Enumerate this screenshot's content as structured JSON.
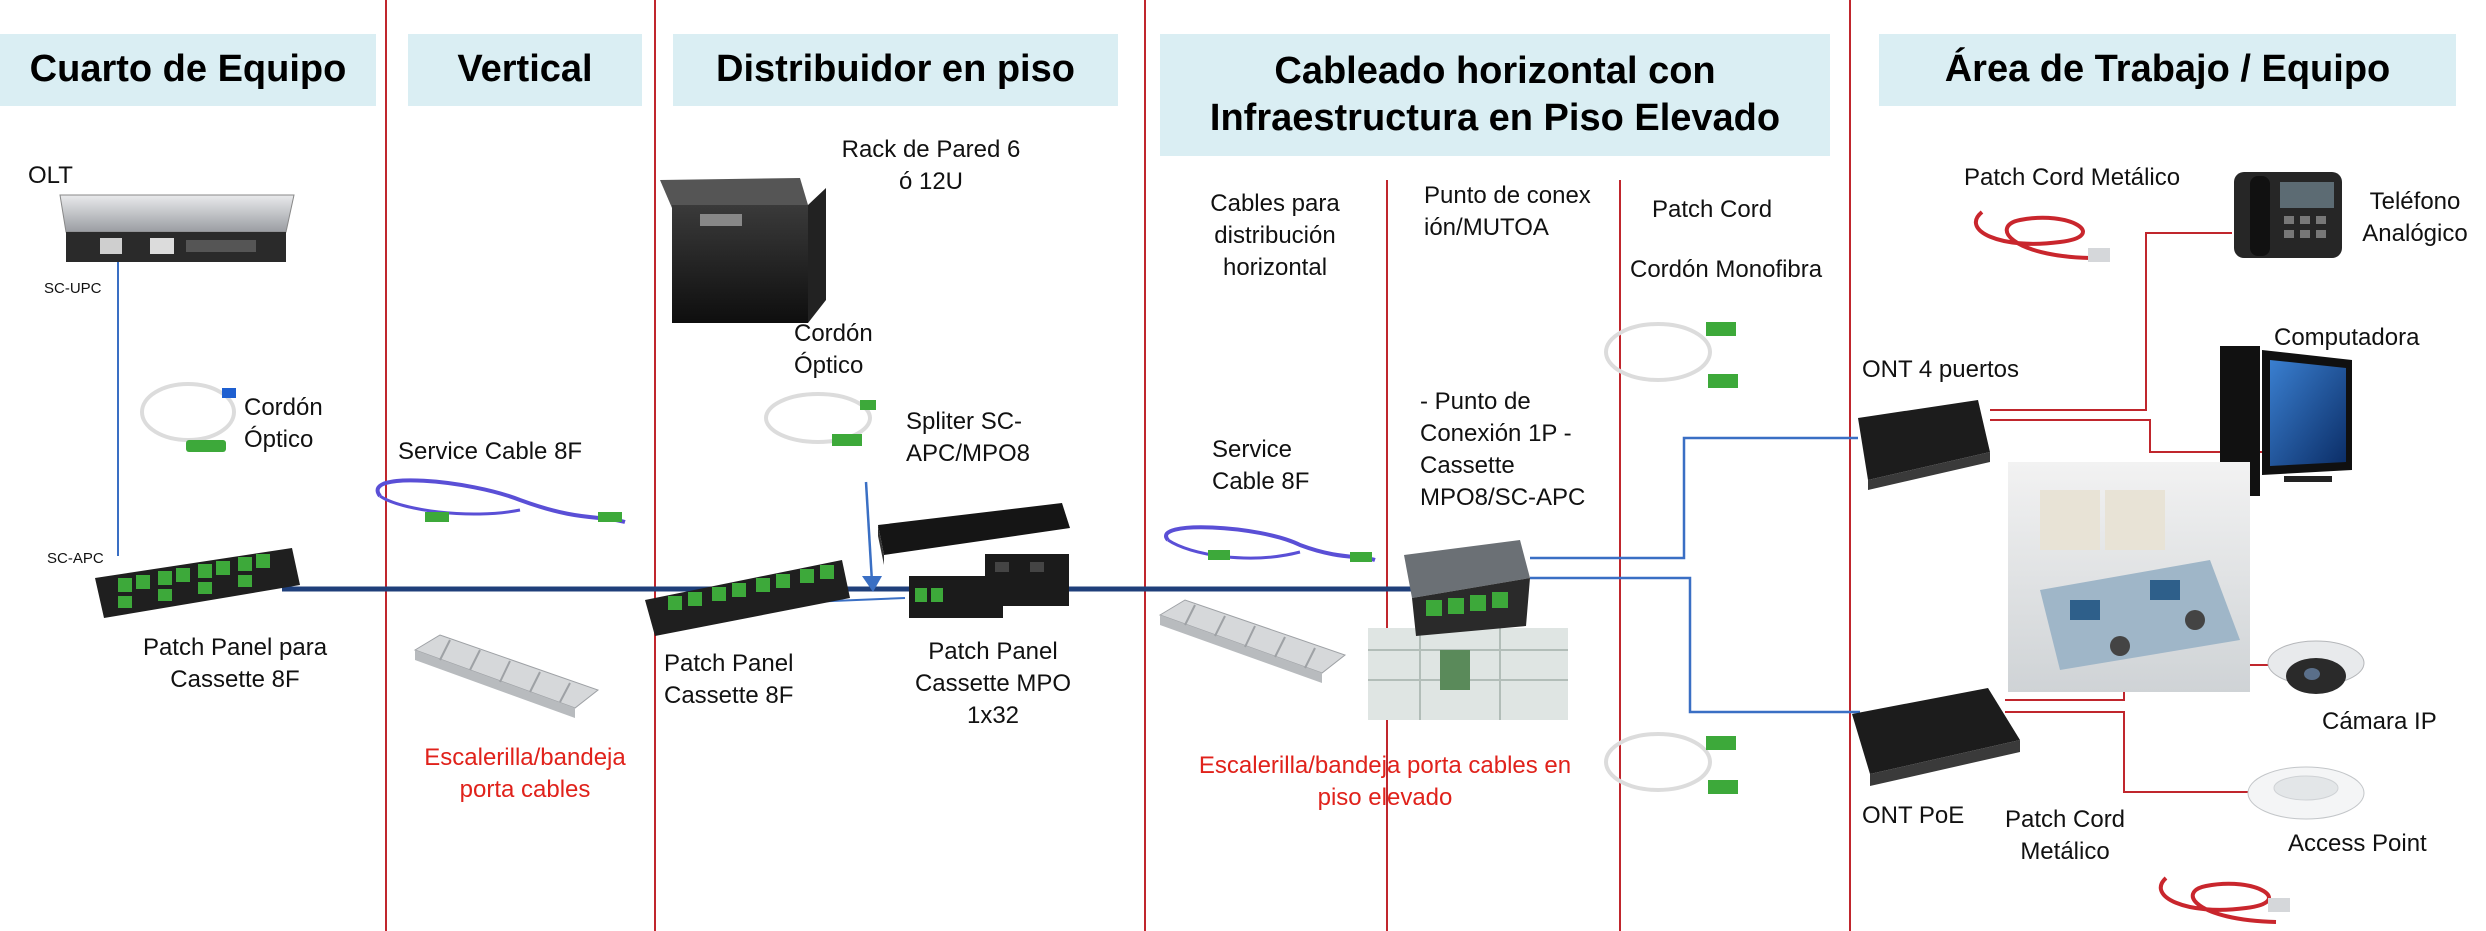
{
  "headers": [
    "Cuarto de Equipo",
    "Vertical",
    "Distribuidor en piso",
    "Cableado horizontal con Infraestructura en Piso Elevado",
    "Área de Trabajo / Equipo"
  ],
  "labels": {
    "olt": "OLT",
    "sc_upc": "SC-UPC",
    "sc_apc": "SC-APC",
    "cordon_optico_1": "Cordón Óptico",
    "patch_panel_8f": "Patch Panel para Cassette 8F",
    "service_cable_1": "Service Cable 8F",
    "escalerilla_1": "Escalerilla/bandeja porta cables",
    "rack_pared": "Rack de Pared 6 ó 12U",
    "cordon_optico_2": "Cordón Óptico",
    "spliter": "Spliter SC-APC/MPO8",
    "patch_panel_cassette_8f": "Patch Panel Cassette 8F",
    "patch_panel_mpo": "Patch Panel Cassette MPO 1x32",
    "cables_distribucion": "Cables para distribución horizontal",
    "service_cable_2": "Service Cable 8F",
    "punto_conexion": "Punto de conexión/MUTOA",
    "punto_detalle": "- Punto de Conexión 1P - Cassette MPO8/SC-APC",
    "escalerilla_2": "Escalerilla/bandeja porta cables en piso elevado",
    "patch_cord": "Patch Cord",
    "cordon_monofibra": "Cordón Monofibra",
    "patch_cord_metalico_1": "Patch Cord Metálico",
    "telefono": "Teléfono Analógico",
    "computadora": "Computadora",
    "ont_4": "ONT 4 puertos",
    "camara": "Cámara IP",
    "ont_poe": "ONT PoE",
    "patch_cord_metalico_2": "Patch Cord Metálico",
    "access_point": "Access Point"
  },
  "colors": {
    "header_bg": "#daeef3",
    "divider": "#c0262d",
    "fiber_trunk": "#1f3f7a",
    "fiber_link": "#3a6fc4",
    "copper_link": "#c0262d",
    "warning_text": "#e0221b",
    "connector_green": "#3da93a"
  },
  "icons": [
    "olt-device-icon",
    "fiber-patch-cord-icon",
    "patch-panel-icon",
    "service-cable-icon",
    "cable-tray-icon",
    "wall-rack-icon",
    "splitter-panel-icon",
    "mutoa-box-icon",
    "ont-icon",
    "phone-icon",
    "computer-icon",
    "office-photo-icon",
    "camera-icon",
    "access-point-icon",
    "copper-patch-cord-icon"
  ]
}
